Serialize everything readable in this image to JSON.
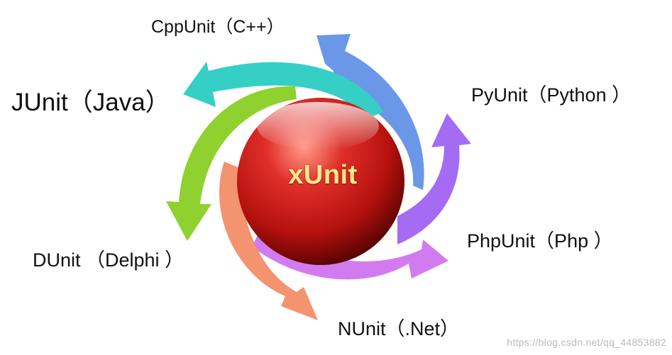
{
  "center": {
    "label": "xUnit"
  },
  "frameworks": [
    {
      "name": "CppUnit（C++）",
      "color": "#6b97e8"
    },
    {
      "name": "PyUnit（Python ）",
      "color": "#a56bf2"
    },
    {
      "name": "PhpUnit（Php ）",
      "color": "#d27bf0"
    },
    {
      "name": "NUnit（.Net）",
      "color": "#f49370"
    },
    {
      "name": "DUnit （Delphi ）",
      "color": "#8fd12f"
    },
    {
      "name": "JUnit（Java）",
      "color": "#36cfc6"
    }
  ],
  "colors": {
    "sphere_highlight": "#ff9a8a",
    "sphere_mid": "#c61612",
    "sphere_dark": "#5a0202",
    "center_text": "#f7e88a"
  },
  "watermark": "https://blog.csdn.net/qq_44853882"
}
